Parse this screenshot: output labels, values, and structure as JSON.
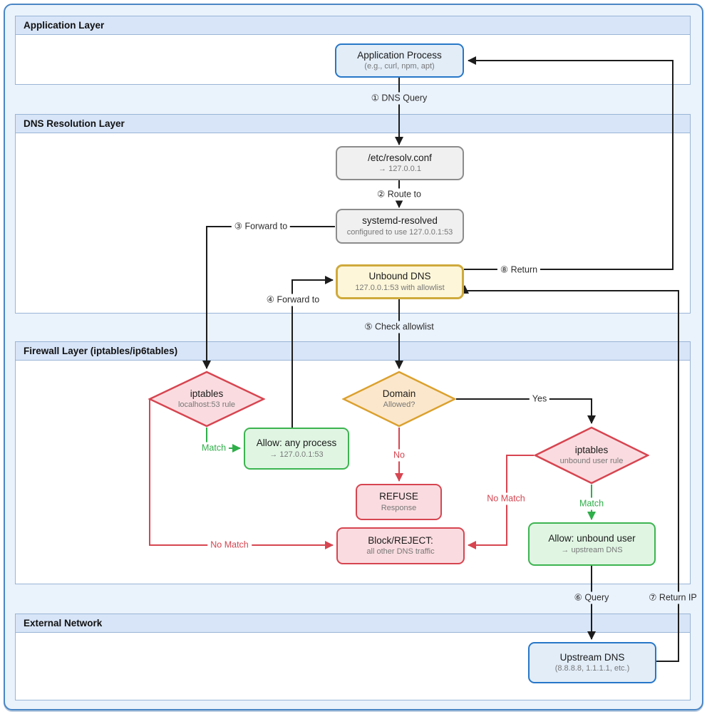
{
  "layers": [
    {
      "title": "Application Layer"
    },
    {
      "title": "DNS Resolution Layer"
    },
    {
      "title": "Firewall Layer (iptables/ip6tables)"
    },
    {
      "title": "External Network"
    }
  ],
  "nodes": {
    "app_process": {
      "title": "Application Process",
      "subtitle": "(e.g., curl, npm, apt)"
    },
    "resolv_conf": {
      "title": "/etc/resolv.conf",
      "subtitle": "→ 127.0.0.1"
    },
    "systemd_resolved": {
      "title": "systemd-resolved",
      "subtitle": "configured to use 127.0.0.1:53"
    },
    "unbound": {
      "title": "Unbound DNS",
      "subtitle": "127.0.0.1:53 with allowlist"
    },
    "iptables_localhost": {
      "title": "iptables",
      "subtitle": "localhost:53 rule"
    },
    "domain_allowed": {
      "title": "Domain",
      "subtitle": "Allowed?"
    },
    "allow_any": {
      "title": "Allow: any process",
      "subtitle": "→ 127.0.0.1:53"
    },
    "iptables_unbound": {
      "title": "iptables",
      "subtitle": "unbound user rule"
    },
    "refuse": {
      "title": "REFUSE",
      "subtitle": "Response"
    },
    "block_reject": {
      "title": "Block/REJECT:",
      "subtitle": "all other DNS traffic"
    },
    "allow_unbound": {
      "title": "Allow: unbound user",
      "subtitle": "→ upstream DNS"
    },
    "upstream_dns": {
      "title": "Upstream DNS",
      "subtitle": "(8.8.8.8, 1.1.1.1, etc.)"
    }
  },
  "labels": {
    "step1": "① DNS Query",
    "step2": "② Route to",
    "step3": "③ Forward to",
    "step4": "④ Forward to",
    "step5": "⑤ Check allowlist",
    "step6": "⑥ Query",
    "step7": "⑦ Return IP",
    "step8": "⑧ Return",
    "yes": "Yes",
    "no": "No",
    "match1": "Match",
    "match2": "Match",
    "no_match1": "No Match",
    "no_match2": "No Match"
  },
  "colors": {
    "page-bg": "#eaf2fb",
    "page-border": "#4a86c5",
    "layer-border": "#9ab5d6",
    "layer-header-bg": "#d8e5f8",
    "layer-body-bg": "#ffffff",
    "node-blue-border": "#2777c8",
    "node-blue-bg": "#e2edf8",
    "node-gray-border": "#8c8c8c",
    "node-gray-bg": "#f0f0f0",
    "node-gold-border": "#cfaa3c",
    "node-gold-bg": "#fdf6d9",
    "node-red-border": "#d64550",
    "node-red-bg": "#fadce0",
    "node-orange-border": "#dba12e",
    "node-orange-bg": "#fbe7cb",
    "node-green-border": "#3cb450",
    "node-green-bg": "#e0f6e3",
    "edge-black": "#1c1c1c",
    "edge-red": "#d64550",
    "edge-green": "#2fae49",
    "text-primary": "#1a1a1a",
    "text-secondary": "#777777"
  }
}
